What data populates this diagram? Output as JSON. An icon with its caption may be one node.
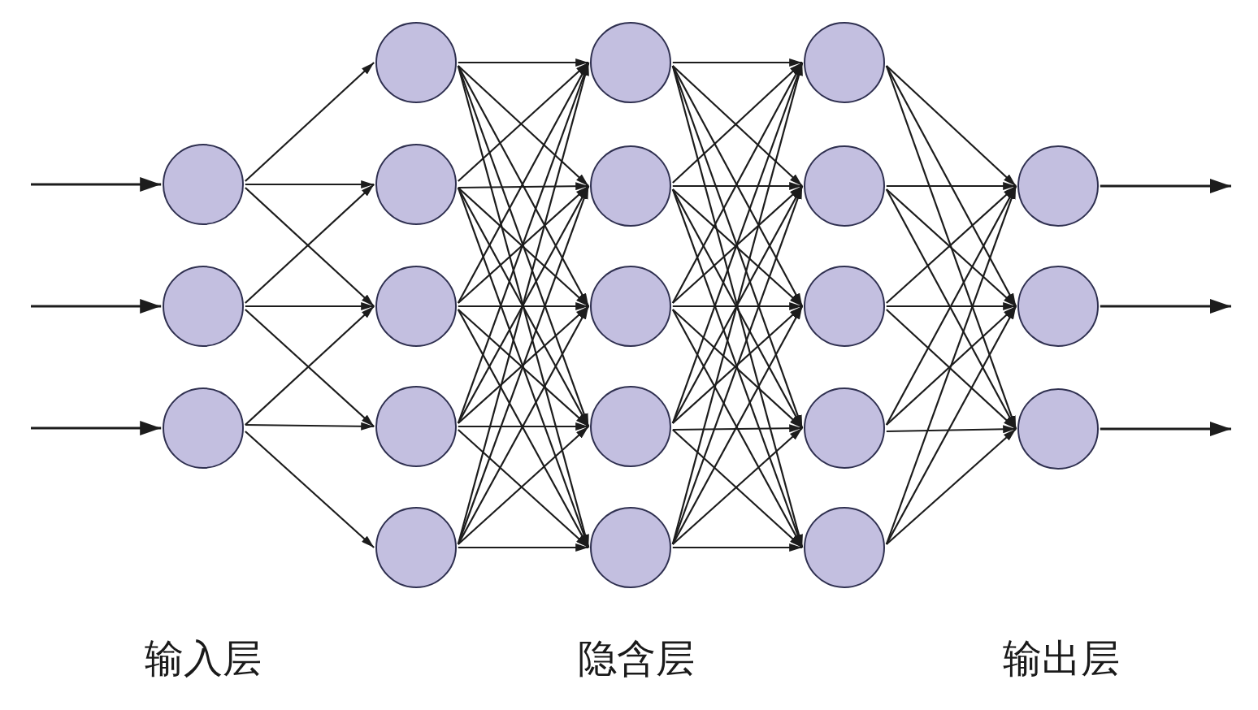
{
  "diagram": {
    "nodes": [
      {
        "text": [],
        "shape": "circle"
      },
      {
        "text": [],
        "shape": "circle"
      },
      {
        "text": [],
        "shape": "circle"
      },
      {
        "text": [],
        "shape": "circle"
      },
      {
        "text": [],
        "shape": "circle"
      },
      {
        "text": [],
        "shape": "circle"
      },
      {
        "text": [],
        "shape": "circle"
      },
      {
        "text": [],
        "shape": "circle"
      },
      {
        "text": [],
        "shape": "circle"
      },
      {
        "text": [],
        "shape": "circle"
      },
      {
        "text": [],
        "shape": "circle"
      },
      {
        "text": [],
        "shape": "circle"
      },
      {
        "text": [],
        "shape": "circle"
      },
      {
        "text": [],
        "shape": "circle"
      },
      {
        "text": [],
        "shape": "circle"
      },
      {
        "text": [],
        "shape": "circle"
      },
      {
        "text": [],
        "shape": "circle"
      },
      {
        "text": [],
        "shape": "circle"
      },
      {
        "text": [],
        "shape": "circle"
      },
      {
        "text": [],
        "shape": "circle"
      },
      {
        "text": [],
        "shape": "circle"
      }
    ],
    "edges": [
      {
        "from": null,
        "to": 0,
        "arrow": "to"
      },
      {
        "from": null,
        "to": 1,
        "arrow": "to"
      },
      {
        "from": null,
        "to": 2,
        "arrow": "to"
      },
      {
        "from": 0,
        "to": 3,
        "arrow": "to"
      },
      {
        "from": 0,
        "to": 4,
        "arrow": "to"
      },
      {
        "from": 0,
        "to": 5,
        "arrow": "to"
      },
      {
        "from": 1,
        "to": 4,
        "arrow": "to"
      },
      {
        "from": 1,
        "to": 5,
        "arrow": "to"
      },
      {
        "from": 1,
        "to": 6,
        "arrow": "to"
      },
      {
        "from": 2,
        "to": 5,
        "arrow": "to"
      },
      {
        "from": 2,
        "to": 6,
        "arrow": "to"
      },
      {
        "from": 2,
        "to": 7,
        "arrow": "to"
      },
      {
        "from": 3,
        "to": 8,
        "arrow": "to"
      },
      {
        "from": 3,
        "to": 9,
        "arrow": "to"
      },
      {
        "from": 3,
        "to": 10,
        "arrow": "to"
      },
      {
        "from": 3,
        "to": 11,
        "arrow": "to"
      },
      {
        "from": 3,
        "to": 12,
        "arrow": "to"
      },
      {
        "from": 4,
        "to": 8,
        "arrow": "to"
      },
      {
        "from": 4,
        "to": 9,
        "arrow": "to"
      },
      {
        "from": 4,
        "to": 10,
        "arrow": "to"
      },
      {
        "from": 4,
        "to": 11,
        "arrow": "to"
      },
      {
        "from": 4,
        "to": 12,
        "arrow": "to"
      },
      {
        "from": 5,
        "to": 8,
        "arrow": "to"
      },
      {
        "from": 5,
        "to": 9,
        "arrow": "to"
      },
      {
        "from": 5,
        "to": 10,
        "arrow": "to"
      },
      {
        "from": 5,
        "to": 11,
        "arrow": "to"
      },
      {
        "from": 5,
        "to": 12,
        "arrow": "to"
      },
      {
        "from": 6,
        "to": 8,
        "arrow": "to"
      },
      {
        "from": 6,
        "to": 9,
        "arrow": "to"
      },
      {
        "from": 6,
        "to": 10,
        "arrow": "to"
      },
      {
        "from": 6,
        "to": 11,
        "arrow": "to"
      },
      {
        "from": 6,
        "to": 12,
        "arrow": "to"
      },
      {
        "from": 7,
        "to": 8,
        "arrow": "to"
      },
      {
        "from": 7,
        "to": 9,
        "arrow": "to"
      },
      {
        "from": 7,
        "to": 10,
        "arrow": "to"
      },
      {
        "from": 7,
        "to": 11,
        "arrow": "to"
      },
      {
        "from": 7,
        "to": 12,
        "arrow": "to"
      },
      {
        "from": 8,
        "to": 13,
        "arrow": "to"
      },
      {
        "from": 8,
        "to": 14,
        "arrow": "to"
      },
      {
        "from": 8,
        "to": 15,
        "arrow": "to"
      },
      {
        "from": 8,
        "to": 16,
        "arrow": "to"
      },
      {
        "from": 8,
        "to": 17,
        "arrow": "to"
      },
      {
        "from": 9,
        "to": 13,
        "arrow": "to"
      },
      {
        "from": 9,
        "to": 14,
        "arrow": "to"
      },
      {
        "from": 9,
        "to": 15,
        "arrow": "to"
      },
      {
        "from": 9,
        "to": 16,
        "arrow": "to"
      },
      {
        "from": 9,
        "to": 17,
        "arrow": "to"
      },
      {
        "from": 10,
        "to": 13,
        "arrow": "to"
      },
      {
        "from": 10,
        "to": 14,
        "arrow": "to"
      },
      {
        "from": 10,
        "to": 15,
        "arrow": "to"
      },
      {
        "from": 10,
        "to": 16,
        "arrow": "to"
      },
      {
        "from": 10,
        "to": 17,
        "arrow": "to"
      },
      {
        "from": 11,
        "to": 13,
        "arrow": "to"
      },
      {
        "from": 11,
        "to": 14,
        "arrow": "to"
      },
      {
        "from": 11,
        "to": 15,
        "arrow": "to"
      },
      {
        "from": 11,
        "to": 16,
        "arrow": "to"
      },
      {
        "from": 11,
        "to": 17,
        "arrow": "to"
      },
      {
        "from": 12,
        "to": 13,
        "arrow": "to"
      },
      {
        "from": 12,
        "to": 14,
        "arrow": "to"
      },
      {
        "from": 12,
        "to": 15,
        "arrow": "to"
      },
      {
        "from": 12,
        "to": 16,
        "arrow": "to"
      },
      {
        "from": 12,
        "to": 17,
        "arrow": "to"
      },
      {
        "from": 13,
        "to": 18,
        "arrow": "to"
      },
      {
        "from": 13,
        "to": 19,
        "arrow": "to"
      },
      {
        "from": 13,
        "to": 20,
        "arrow": "to"
      },
      {
        "from": 14,
        "to": 18,
        "arrow": "to"
      },
      {
        "from": 14,
        "to": 19,
        "arrow": "to"
      },
      {
        "from": 14,
        "to": 20,
        "arrow": "to"
      },
      {
        "from": 15,
        "to": 18,
        "arrow": "to"
      },
      {
        "from": 15,
        "to": 19,
        "arrow": "to"
      },
      {
        "from": 15,
        "to": 20,
        "arrow": "to"
      },
      {
        "from": 16,
        "to": 18,
        "arrow": "to"
      },
      {
        "from": 16,
        "to": 19,
        "arrow": "to"
      },
      {
        "from": 16,
        "to": 20,
        "arrow": "to"
      },
      {
        "from": 17,
        "to": 18,
        "arrow": "to"
      },
      {
        "from": 17,
        "to": 19,
        "arrow": "to"
      },
      {
        "from": 17,
        "to": 20,
        "arrow": "to"
      },
      {
        "from": 18,
        "to": null,
        "arrow": "to"
      },
      {
        "from": 19,
        "to": null,
        "arrow": "to"
      },
      {
        "from": 20,
        "to": null,
        "arrow": "to"
      }
    ],
    "labels": [
      "输入层",
      "隐含层",
      "输出层"
    ]
  }
}
